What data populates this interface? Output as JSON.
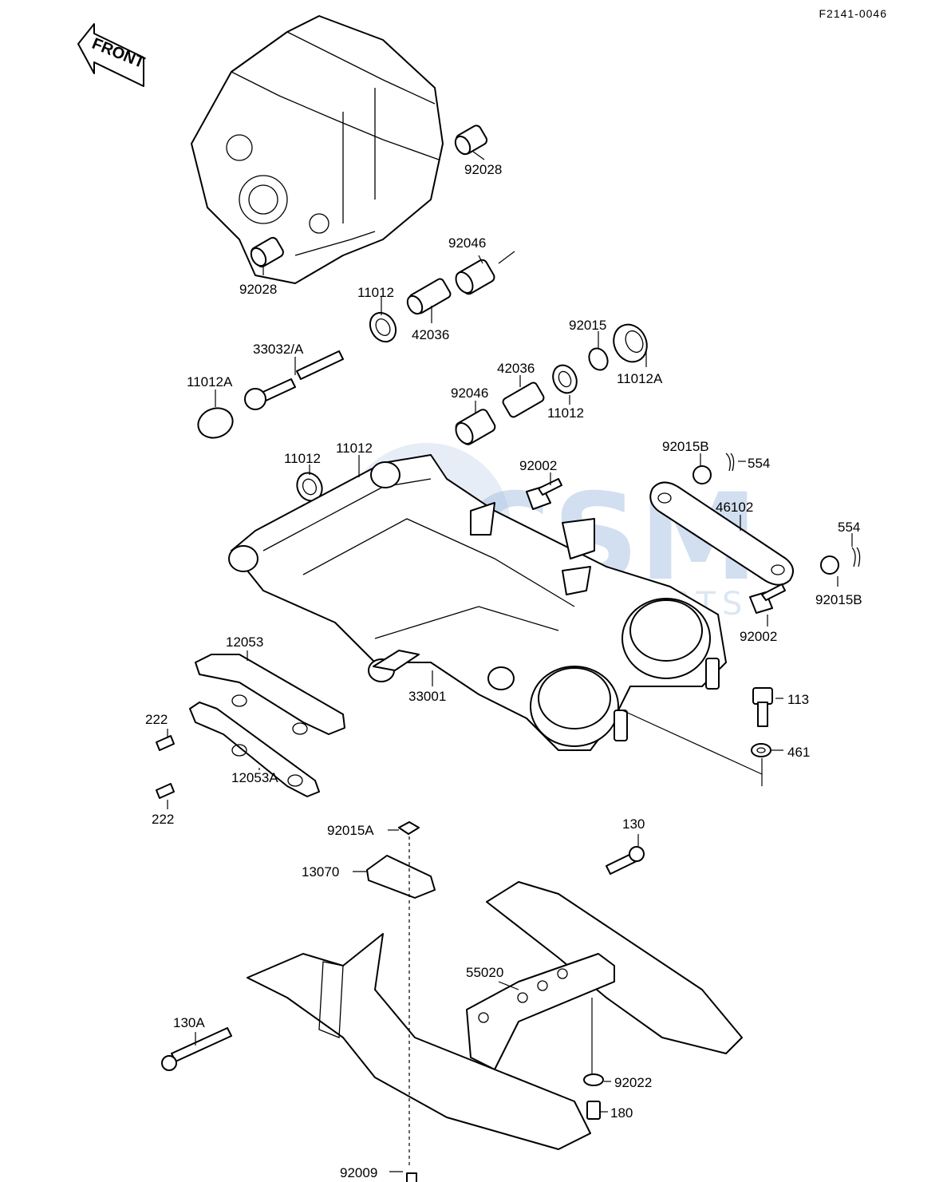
{
  "diagram_code": "F2141-0046",
  "front_arrow_text": "FRONT",
  "watermark": {
    "brand": "CSM",
    "sub": "MOTORPARTS",
    "color": "#4a7fc1"
  },
  "labels": {
    "p92028_top": "92028",
    "p92028_bot": "92028",
    "p92046_top": "92046",
    "p11012_a": "11012",
    "p42036_a": "42036",
    "p33032": "33032/A",
    "p11012A_left": "11012A",
    "p92015": "92015",
    "p11012A_right": "11012A",
    "p42036_b": "42036",
    "p92046_b": "92046",
    "p11012_b": "11012",
    "p11012_c": "11012",
    "p11012_d": "11012",
    "p92002_a": "92002",
    "p92015B_a": "92015B",
    "p554_a": "554",
    "p46102": "46102",
    "p554_b": "554",
    "p92015B_b": "92015B",
    "p92002_b": "92002",
    "p12053": "12053",
    "p33001": "33001",
    "p113": "113",
    "p222_a": "222",
    "p222_b": "222",
    "p461": "461",
    "p12053A": "12053A",
    "p130": "130",
    "p92015A": "92015A",
    "p13070": "13070",
    "p55020": "55020",
    "p130A": "130A",
    "p92022": "92022",
    "p180": "180",
    "p92009": "92009"
  }
}
